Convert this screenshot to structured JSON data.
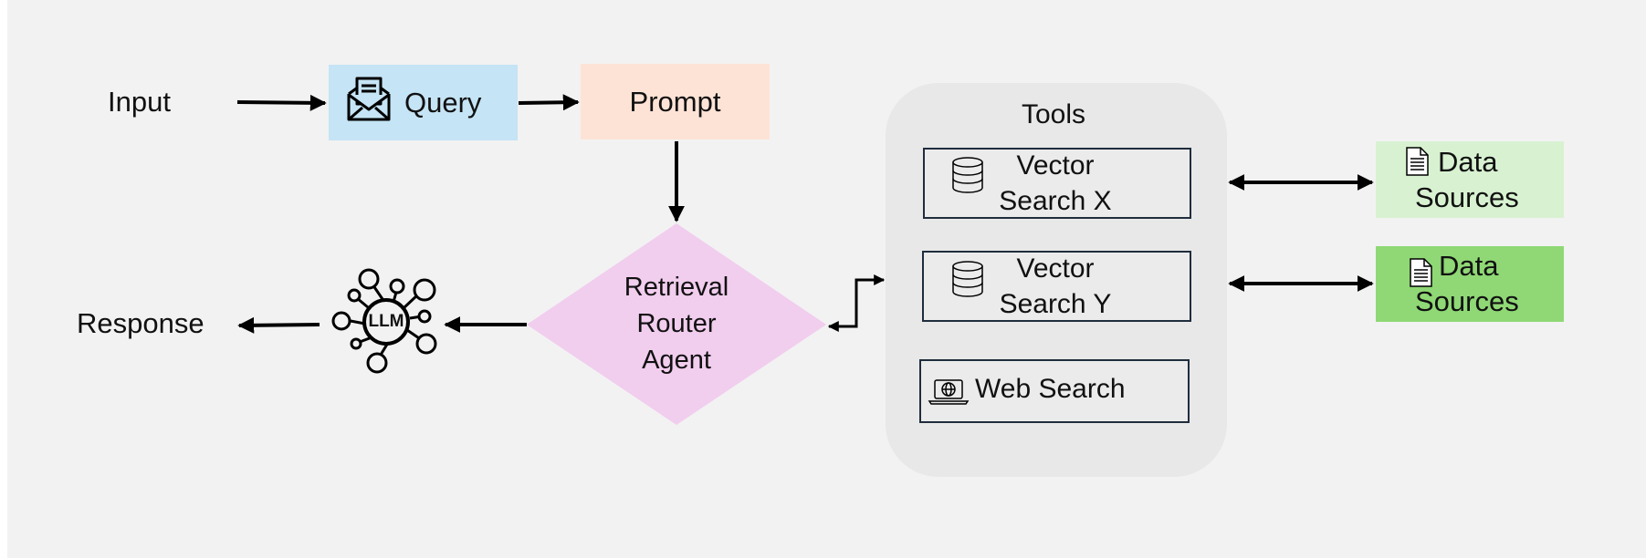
{
  "diagram": {
    "input_label": "Input",
    "query_label": "Query",
    "prompt_label": "Prompt",
    "router_lines": [
      "Retrieval",
      "Router",
      "Agent"
    ],
    "llm_label": "LLM",
    "response_label": "Response",
    "tools": {
      "title": "Tools",
      "vector_x": [
        "Vector",
        "Search X"
      ],
      "vector_y": [
        "Vector",
        "Search Y"
      ],
      "web_search": "Web Search"
    },
    "data_sources_1": [
      "Data",
      "Sources"
    ],
    "data_sources_2": [
      "Data",
      "Sources"
    ]
  },
  "colors": {
    "background": "#f2f2f2",
    "query_fill": "#c5e4f5",
    "prompt_fill": "#fde3d6",
    "router_fill": "#f1cdee",
    "tools_panel": "#e8e8e8",
    "tool_border": "#1f2d3d",
    "data_sources_1_fill": "#d8f2d1",
    "data_sources_2_fill": "#8fd875",
    "arrow": "#000000"
  }
}
